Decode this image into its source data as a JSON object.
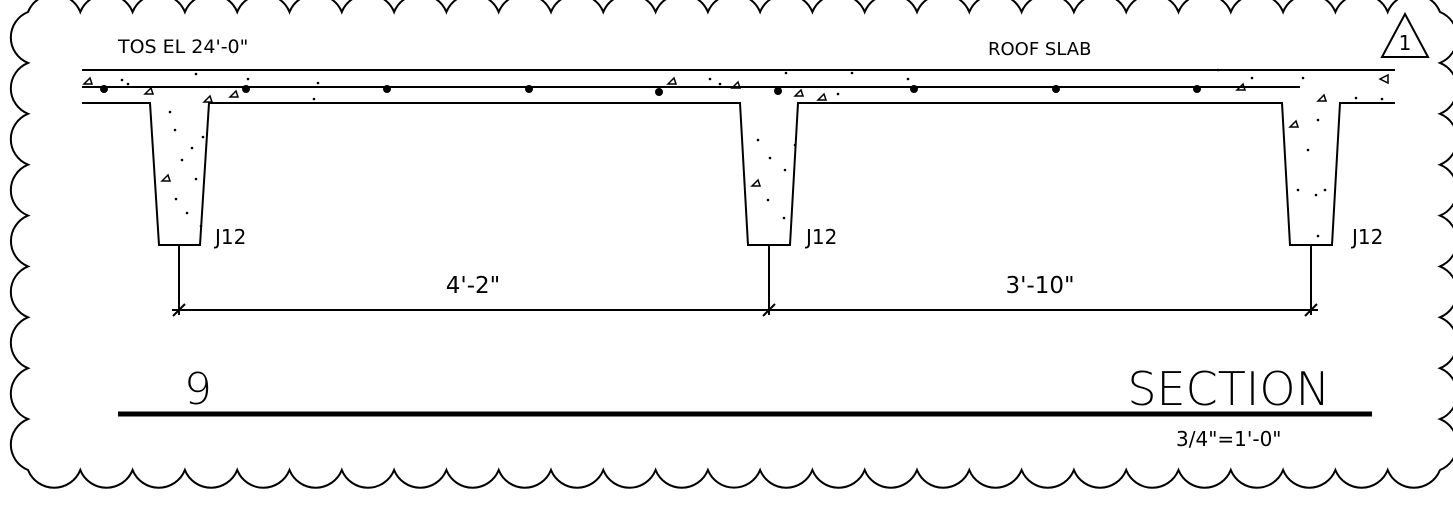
{
  "labels": {
    "elevation": "TOS EL 24'-0\"",
    "slab": "ROOF SLAB",
    "revision": "1",
    "joists": [
      "J12",
      "J12",
      "J12"
    ],
    "dim_left": "4'-2\"",
    "dim_right": "3'-10\"",
    "detail_number": "9",
    "title": "SECTION",
    "scale": "3/4\"=1'-0\""
  }
}
